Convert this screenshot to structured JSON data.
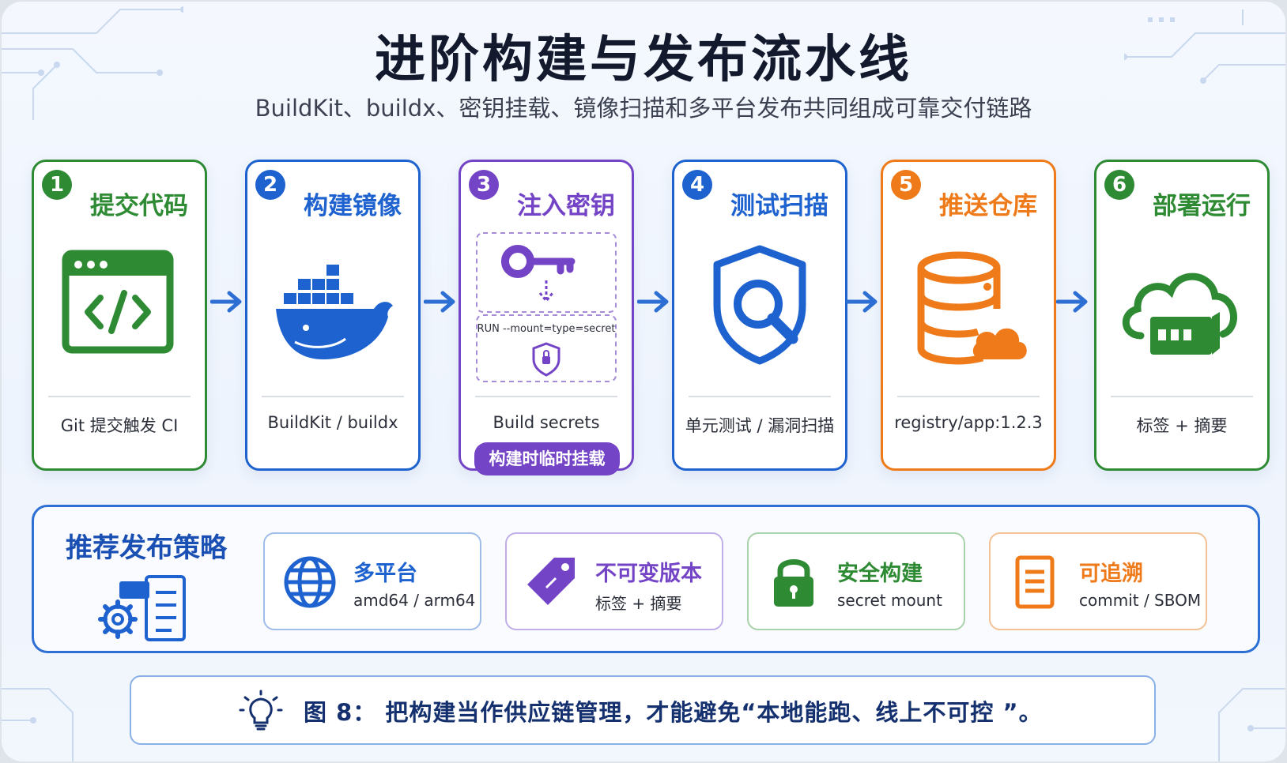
{
  "title": "进阶构建与发布流水线",
  "subtitle": "BuildKit、buildx、密钥挂载、镜像扫描和多平台发布共同组成可靠交付链路",
  "colors": {
    "green": "#2e8b34",
    "blue": "#1e62cf",
    "purple": "#7444c6",
    "orange": "#ef7a1a",
    "accent_blue": "#2e6fd4",
    "dark_navy": "#14306e"
  },
  "steps": [
    {
      "num": "1",
      "title": "提交代码",
      "caption": "Git 提交触发 CI",
      "icon": "code-window-icon"
    },
    {
      "num": "2",
      "title": "构建镜像",
      "caption": "BuildKit / buildx",
      "icon": "docker-whale-icon"
    },
    {
      "num": "3",
      "title": "注入密钥",
      "caption": "Build secrets",
      "icon": "key-icon",
      "code": "RUN --mount=type=secret",
      "badge": "构建时临时挂载"
    },
    {
      "num": "4",
      "title": "测试扫描",
      "caption": "单元测试 / 漏洞扫描",
      "icon": "shield-search-icon"
    },
    {
      "num": "5",
      "title": "推送仓库",
      "caption": "registry/app:1.2.3",
      "icon": "database-cloud-icon"
    },
    {
      "num": "6",
      "title": "部署运行",
      "caption": "标签 + 摘要",
      "icon": "cloud-server-icon"
    }
  ],
  "strategy": {
    "title": "推荐发布策略",
    "icon": "gear-checklist-icon",
    "cards": [
      {
        "title": "多平台",
        "sub": "amd64 / arm64",
        "icon": "globe-icon"
      },
      {
        "title": "不可变版本",
        "sub": "标签 + 摘要",
        "icon": "tag-icon"
      },
      {
        "title": "安全构建",
        "sub": "secret mount",
        "icon": "padlock-icon"
      },
      {
        "title": "可追溯",
        "sub": "commit / SBOM",
        "icon": "document-icon"
      }
    ]
  },
  "note": {
    "text": "图 8： 把构建当作供应链管理，才能避免“本地能跑、线上不可控 ”。",
    "icon": "lightbulb-icon"
  }
}
